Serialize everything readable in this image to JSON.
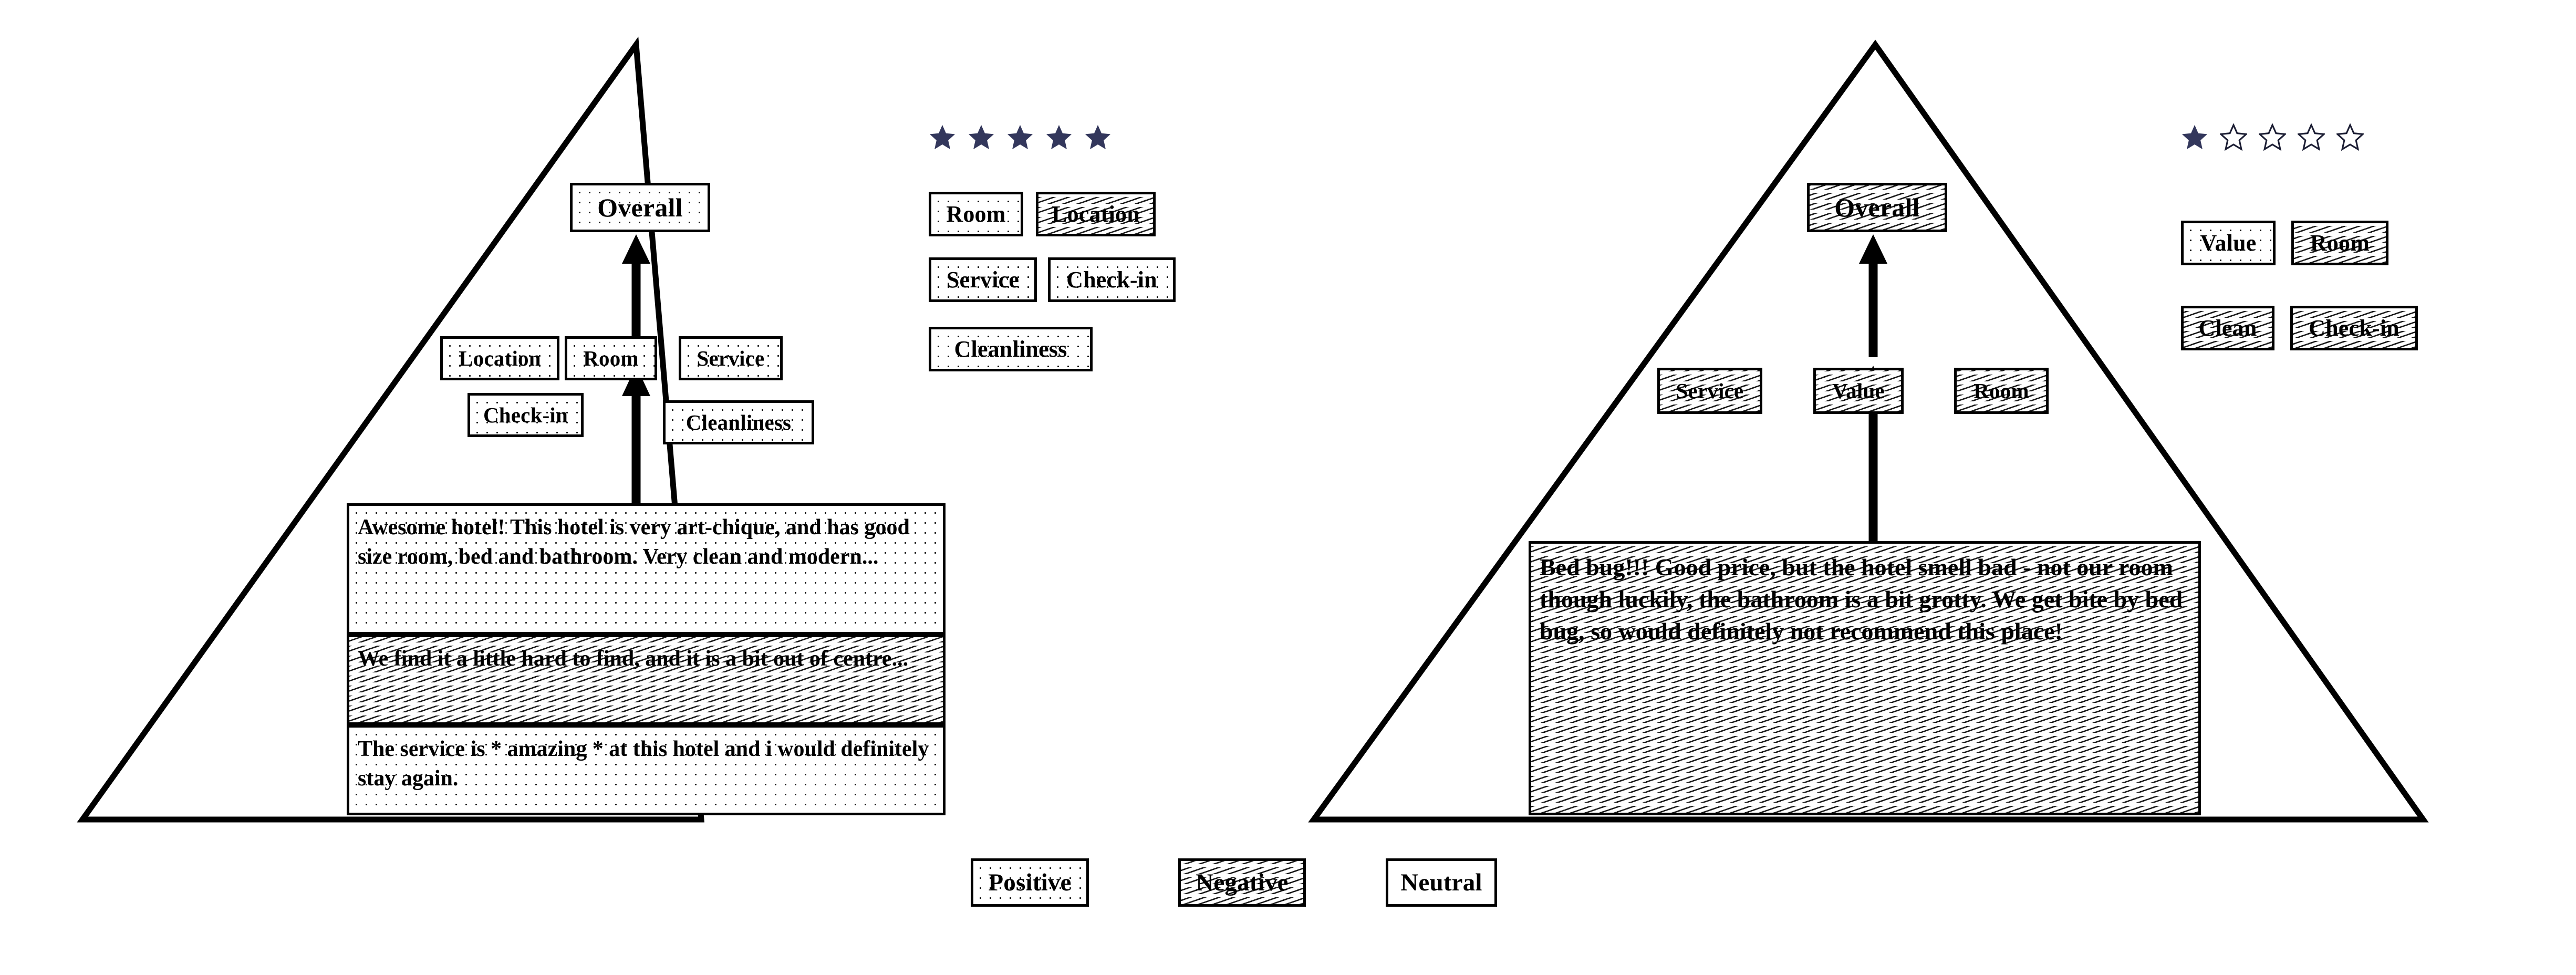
{
  "figure": {
    "title": "Hierarchical aspect-based sentiment of two hotel reviews",
    "colors": {
      "star_filled": "#33375c",
      "star_outline": "#1b1d33",
      "ink": "#000000",
      "background": "#ffffff"
    }
  },
  "legend": {
    "items": [
      {
        "label": "Positive",
        "sentiment": "positive"
      },
      {
        "label": "Negative",
        "sentiment": "negative"
      },
      {
        "label": "Neutral",
        "sentiment": "neutral"
      }
    ]
  },
  "panels": [
    {
      "id": "left",
      "rating": {
        "value": 5,
        "max": 5,
        "filled_label": "filled-star",
        "empty_label": "empty-star"
      },
      "root": {
        "label": "Overall",
        "sentiment": "positive"
      },
      "aspects_in_triangle": [
        {
          "label": "Location",
          "sentiment": "positive"
        },
        {
          "label": "Room",
          "sentiment": "positive"
        },
        {
          "label": "Service",
          "sentiment": "positive"
        },
        {
          "label": "Check-in",
          "sentiment": "positive"
        },
        {
          "label": "Cleanliness",
          "sentiment": "positive"
        }
      ],
      "aspect_summary": [
        {
          "label": "Room",
          "sentiment": "positive"
        },
        {
          "label": "Location",
          "sentiment": "negative"
        },
        {
          "label": "Service",
          "sentiment": "positive"
        },
        {
          "label": "Check-in",
          "sentiment": "positive"
        },
        {
          "label": "Cleanliness",
          "sentiment": "positive"
        }
      ],
      "sentences": [
        {
          "text": "Awesome hotel! This hotel is very art-chique, and has good size room, bed and bathroom. Very clean and modern...",
          "sentiment": "positive"
        },
        {
          "text": "We find it a little hard to find, and it is a bit out of centre...",
          "sentiment": "negative"
        },
        {
          "text": "The service is * amazing * at this hotel and i would definitely stay again.",
          "sentiment": "positive"
        }
      ]
    },
    {
      "id": "right",
      "rating": {
        "value": 1,
        "max": 5,
        "filled_label": "filled-star",
        "empty_label": "empty-star"
      },
      "root": {
        "label": "Overall",
        "sentiment": "negative"
      },
      "aspects_in_triangle": [
        {
          "label": "Service",
          "sentiment": "negative"
        },
        {
          "label": "Value",
          "sentiment": "negative"
        },
        {
          "label": "Room",
          "sentiment": "negative"
        }
      ],
      "aspect_summary": [
        {
          "label": "Value",
          "sentiment": "positive"
        },
        {
          "label": "Room",
          "sentiment": "negative"
        },
        {
          "label": "Clean",
          "sentiment": "negative"
        },
        {
          "label": "Check-in",
          "sentiment": "negative"
        }
      ],
      "sentences": [
        {
          "text": "Bed bug!!! Good price, but the hotel smell bad - not our room though luckily, the bathroom is a bit grotty. We get bite by bed bug, so would definitely not recommend this place!",
          "sentiment": "negative"
        }
      ]
    }
  ]
}
